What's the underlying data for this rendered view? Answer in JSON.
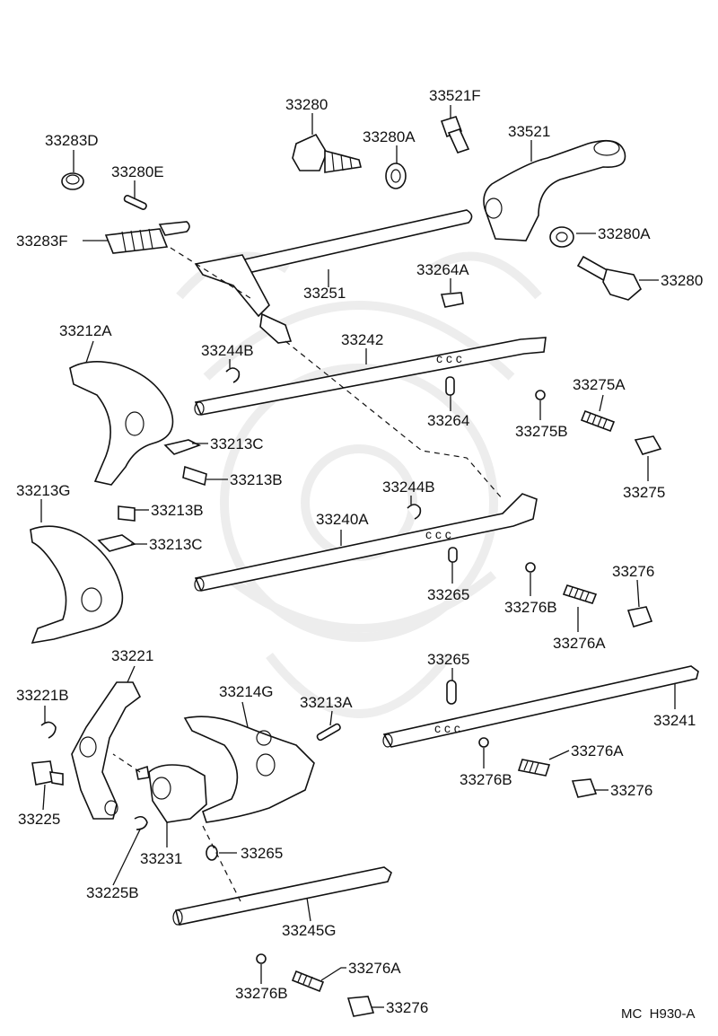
{
  "diagram": {
    "code": "MC  H930-A",
    "parts": [
      {
        "id": "p33280a",
        "label": "33280"
      },
      {
        "id": "p33521f",
        "label": "33521F"
      },
      {
        "id": "p33283d",
        "label": "33283D"
      },
      {
        "id": "p33280a_top",
        "label": "33280A"
      },
      {
        "id": "p33521",
        "label": "33521"
      },
      {
        "id": "p33280e",
        "label": "33280E"
      },
      {
        "id": "p33283f",
        "label": "33283F"
      },
      {
        "id": "p33280a_r",
        "label": "33280A"
      },
      {
        "id": "p33280_r",
        "label": "33280"
      },
      {
        "id": "p33251",
        "label": "33251"
      },
      {
        "id": "p33264a",
        "label": "33264A"
      },
      {
        "id": "p33212a",
        "label": "33212A"
      },
      {
        "id": "p33242",
        "label": "33242"
      },
      {
        "id": "p33244b_1",
        "label": "33244B"
      },
      {
        "id": "p33275a",
        "label": "33275A"
      },
      {
        "id": "p33264",
        "label": "33264"
      },
      {
        "id": "p33275b",
        "label": "33275B"
      },
      {
        "id": "p33213c_1",
        "label": "33213C"
      },
      {
        "id": "p33213b_1",
        "label": "33213B"
      },
      {
        "id": "p33275",
        "label": "33275"
      },
      {
        "id": "p33213g",
        "label": "33213G"
      },
      {
        "id": "p33244b_2",
        "label": "33244B"
      },
      {
        "id": "p33213b_2",
        "label": "33213B"
      },
      {
        "id": "p33240a",
        "label": "33240A"
      },
      {
        "id": "p33213c_2",
        "label": "33213C"
      },
      {
        "id": "p33276_1",
        "label": "33276"
      },
      {
        "id": "p33265_1",
        "label": "33265"
      },
      {
        "id": "p33276b_1",
        "label": "33276B"
      },
      {
        "id": "p33276a_1",
        "label": "33276A"
      },
      {
        "id": "p33221",
        "label": "33221"
      },
      {
        "id": "p33265_2",
        "label": "33265"
      },
      {
        "id": "p33221b",
        "label": "33221B"
      },
      {
        "id": "p33214g",
        "label": "33214G"
      },
      {
        "id": "p33213a",
        "label": "33213A"
      },
      {
        "id": "p33241",
        "label": "33241"
      },
      {
        "id": "p33276a_2",
        "label": "33276A"
      },
      {
        "id": "p33276b_2",
        "label": "33276B"
      },
      {
        "id": "p33276_2",
        "label": "33276"
      },
      {
        "id": "p33225",
        "label": "33225"
      },
      {
        "id": "p33231",
        "label": "33231"
      },
      {
        "id": "p33265_3",
        "label": "33265"
      },
      {
        "id": "p33225b",
        "label": "33225B"
      },
      {
        "id": "p33245g",
        "label": "33245G"
      },
      {
        "id": "p33276a_3",
        "label": "33276A"
      },
      {
        "id": "p33276b_3",
        "label": "33276B"
      },
      {
        "id": "p33276_3",
        "label": "33276"
      }
    ]
  }
}
